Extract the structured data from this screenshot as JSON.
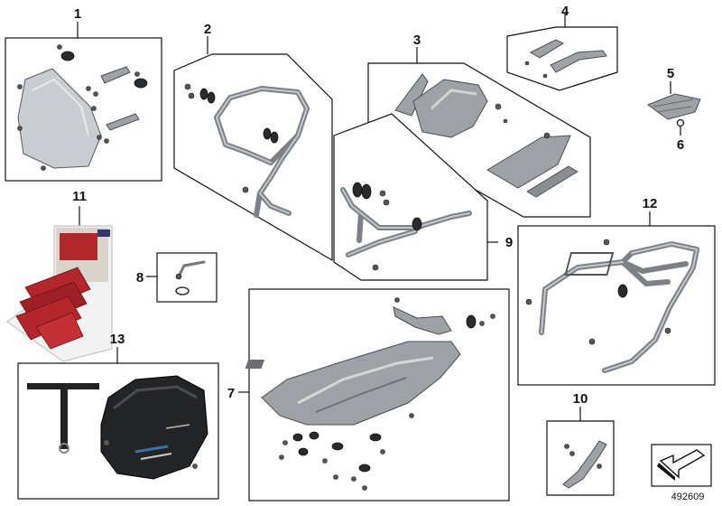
{
  "callouts": [
    "1",
    "2",
    "3",
    "4",
    "5",
    "6",
    "7",
    "8",
    "9",
    "10",
    "11",
    "12",
    "13"
  ],
  "diagram_id": "492609",
  "colors": {
    "line": "#111111",
    "metal": "#9ea2a6",
    "dark": "#2a2b2d",
    "red": "#b3262c"
  }
}
